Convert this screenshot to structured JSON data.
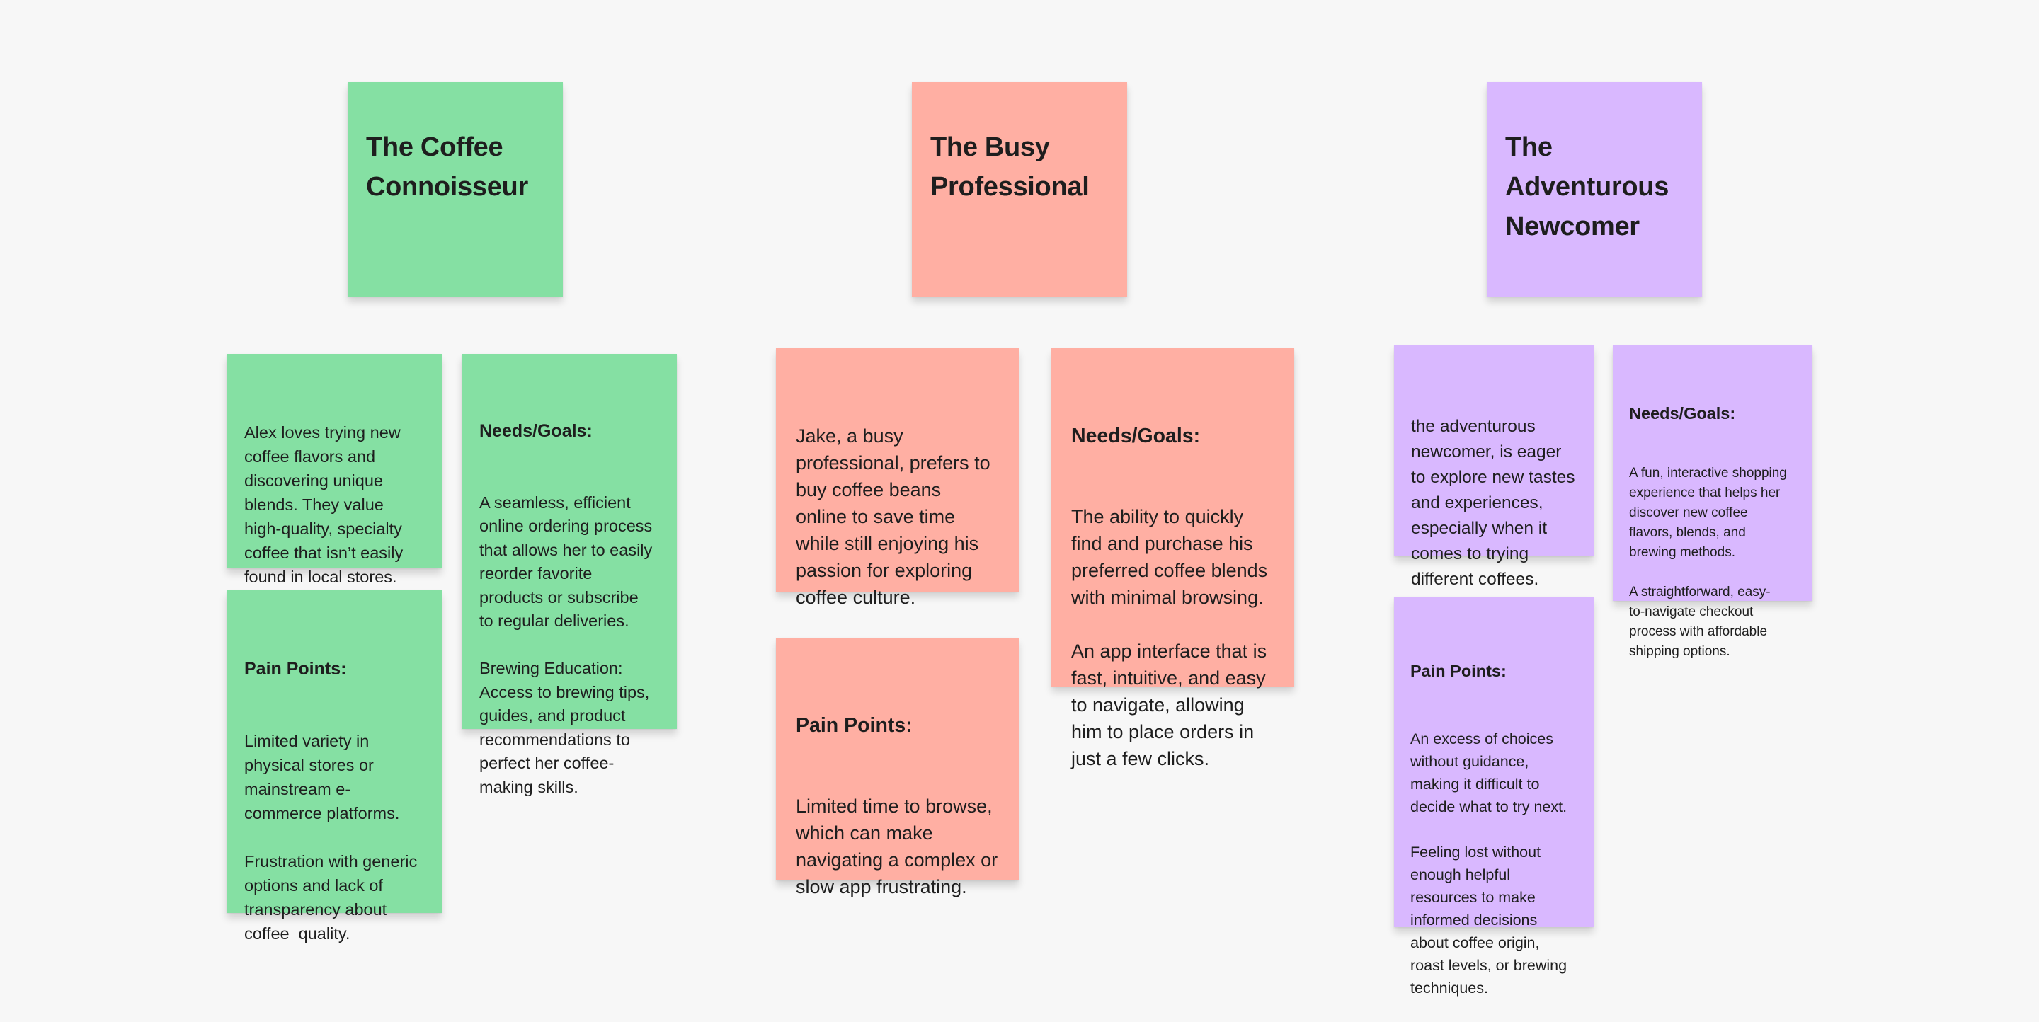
{
  "colors": {
    "canvas": "#f7f7f7",
    "green_note": "#85e0a3",
    "salmon_note": "#ffafa3",
    "purple_note": "#d9b8ff",
    "text": "#1e1e1e"
  },
  "personas": [
    {
      "title": "The Coffee\nConnoisseur",
      "description": "Alex loves trying new\ncoffee flavors and\ndiscovering unique\nblends. They value\nhigh-quality, specialty\ncoffee that isn’t easily\nfound in local stores.",
      "needs_title": "Needs/Goals:",
      "needs_body": "A seamless, efficient\nonline ordering process\nthat allows her to easily\nreorder favorite\nproducts or subscribe\nto regular deliveries.\n\nBrewing Education:\nAccess to brewing tips,\nguides, and product\nrecommendations to\nperfect her coffee-\nmaking skills.",
      "pain_title": "Pain Points:",
      "pain_body": "Limited variety in\nphysical stores or\nmainstream e-\ncommerce platforms.\n\nFrustration with generic\noptions and lack of\ntransparency about\ncoffee  quality."
    },
    {
      "title": "The Busy\nProfessional",
      "description": "Jake, a busy\nprofessional, prefers to\nbuy coffee beans\nonline to save time\nwhile still enjoying his\npassion for exploring\ncoffee culture.",
      "needs_title": "Needs/Goals:",
      "needs_body": "The ability to quickly\nfind and purchase his\npreferred coffee blends\nwith minimal browsing.\n\nAn app interface that is\nfast, intuitive, and easy\nto navigate, allowing\nhim to place orders in\njust a few clicks.",
      "pain_title": "Pain Points:",
      "pain_body": "Limited time to browse,\nwhich can make\nnavigating a complex or\nslow app frustrating."
    },
    {
      "title": "The\nAdventurous\nNewcomer",
      "description": "the adventurous\nnewcomer, is eager\nto explore new tastes\nand experiences,\nespecially when it\ncomes to trying\ndifferent coffees.",
      "needs_title": "Needs/Goals:",
      "needs_body": "A fun, interactive shopping\nexperience that helps her\ndiscover new coffee\nflavors, blends, and\nbrewing methods.\n\nA straightforward, easy-\nto-navigate checkout\nprocess with affordable\nshipping options.",
      "pain_title": "Pain Points:",
      "pain_body": "An excess of choices\nwithout guidance,\nmaking it difficult to\ndecide what to try next.\n\nFeeling lost without\nenough helpful\nresources to make\ninformed decisions\nabout coffee origin,\nroast levels, or brewing\ntechniques."
    }
  ]
}
